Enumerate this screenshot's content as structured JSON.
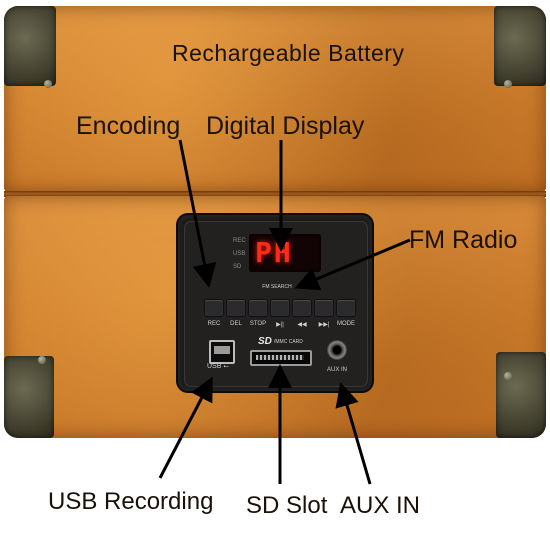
{
  "callouts": {
    "rechargeable_battery": "Rechargeable Battery",
    "encoding": "Encoding",
    "digital_display": "Digital Display",
    "fm_radio": "FM Radio",
    "usb_recording": "USB Recording",
    "sd_slot": "SD Slot",
    "aux_in": "AUX IN"
  },
  "panel": {
    "display_text": "PH",
    "indicators": [
      "REC",
      "USB",
      "SD"
    ],
    "fm_search": "FM SEARCH",
    "buttons": [
      "REC",
      "DEL",
      "STOP",
      "▶||",
      "◀◀",
      "▶▶|",
      "MODE"
    ],
    "sd_logo": "SD",
    "sd_text": "/MMC CARD",
    "usb_label": "USB ⭠",
    "aux_label": "AUX IN"
  },
  "colors": {
    "leather": "#cf7f2c",
    "corner_metal": "#4a4835",
    "panel": "#1b1a19",
    "display_red": "#ff2a1a"
  }
}
